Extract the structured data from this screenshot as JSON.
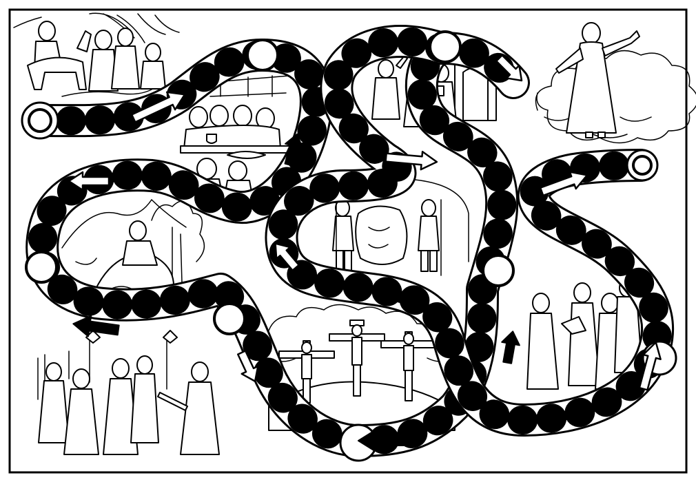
{
  "board": {
    "ink_color": "#000000",
    "paper_color": "#ffffff",
    "style": "black and white line-art coloring page"
  },
  "spaces": {
    "start": "start-circle",
    "finish": "finish-ring",
    "stop_circles": 7
  },
  "arrows": {
    "white": 12,
    "black": 6
  },
  "scenes": [
    "entry-scene",
    "last-supper-scene",
    "empty-tomb-women-scene",
    "ascension-scene",
    "garden-prayer-scene",
    "sealed-tomb-guards-scene",
    "disciples-scene",
    "arrest-scene",
    "crucifixion-scene"
  ]
}
